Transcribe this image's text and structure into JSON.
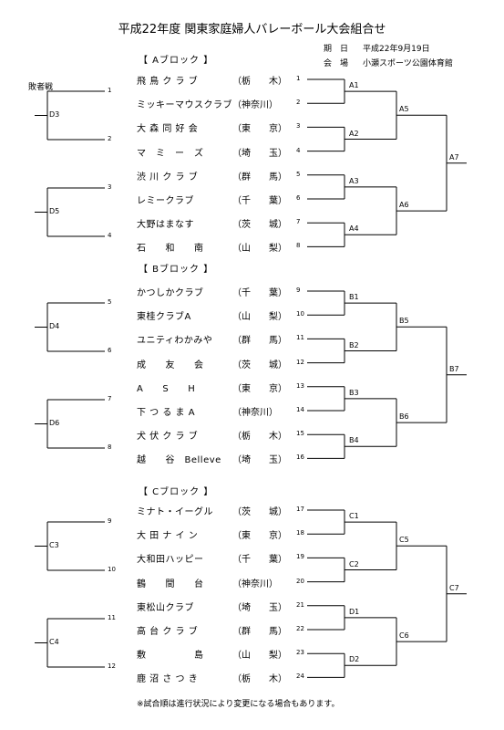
{
  "title": "平成22年度 関東家庭婦人バレーボール大会組合せ",
  "info": {
    "date_label": "期　日",
    "date_value": "平成22年9月19日",
    "venue_label": "会　場",
    "venue_value": "小瀬スポーツ公園体育館"
  },
  "loser_label": "敗者戦",
  "blocks": [
    {
      "label": "【 Aブロック 】",
      "teams": [
        {
          "num": "1",
          "name": "飛 鳥 ク ラ ブ",
          "pref": "（栃　　木）"
        },
        {
          "num": "2",
          "name": "ミッキーマウスクラブ",
          "pref": "（神奈川）"
        },
        {
          "num": "3",
          "name": "大 森 同 好 会",
          "pref": "（東　　京）"
        },
        {
          "num": "4",
          "name": "マ　ミ　ー　ズ",
          "pref": "（埼　　玉）"
        },
        {
          "num": "5",
          "name": "渋 川 ク ラ ブ",
          "pref": "（群　　馬）"
        },
        {
          "num": "6",
          "name": "レミークラブ",
          "pref": "（千　　葉）"
        },
        {
          "num": "7",
          "name": "大野はまなす",
          "pref": "（茨　　城）"
        },
        {
          "num": "8",
          "name": "石　　和　　南",
          "pref": "（山　　梨）"
        }
      ],
      "r1": [
        "A1",
        "A2",
        "A3",
        "A4"
      ],
      "r2": [
        "A5",
        "A6"
      ],
      "r3": "A7"
    },
    {
      "label": "【 Bブロック 】",
      "teams": [
        {
          "num": "9",
          "name": "かつしかクラブ",
          "pref": "（千　　葉）"
        },
        {
          "num": "10",
          "name": "東桂クラブA",
          "pref": "（山　　梨）"
        },
        {
          "num": "11",
          "name": "ユニティわかみや",
          "pref": "（群　　馬）"
        },
        {
          "num": "12",
          "name": "成　　友　　会",
          "pref": "（茨　　城）"
        },
        {
          "num": "13",
          "name": "A　　S　　H",
          "pref": "（東　　京）"
        },
        {
          "num": "14",
          "name": "下 つ る ま A",
          "pref": "（神奈川）"
        },
        {
          "num": "15",
          "name": "犬 伏 ク ラ ブ",
          "pref": "（栃　　木）"
        },
        {
          "num": "16",
          "name": "越　　谷　Belleve",
          "pref": "（埼　　玉）"
        }
      ],
      "r1": [
        "B1",
        "B2",
        "B3",
        "B4"
      ],
      "r2": [
        "B5",
        "B6"
      ],
      "r3": "B7"
    },
    {
      "label": "【 Cブロック 】",
      "teams": [
        {
          "num": "17",
          "name": "ミナト・イーグル",
          "pref": "（茨　　城）"
        },
        {
          "num": "18",
          "name": "大 田 ナ イ ン",
          "pref": "（東　　京）"
        },
        {
          "num": "19",
          "name": "大和田ハッピー",
          "pref": "（千　　葉）"
        },
        {
          "num": "20",
          "name": "鶴　　間　　台",
          "pref": "（神奈川）"
        },
        {
          "num": "21",
          "name": "東松山クラブ",
          "pref": "（埼　　玉）"
        },
        {
          "num": "22",
          "name": "高 台 ク ラ ブ",
          "pref": "（群　　馬）"
        },
        {
          "num": "23",
          "name": "敷　　　　　島",
          "pref": "（山　　梨）"
        },
        {
          "num": "24",
          "name": "鹿 沼 さ つ き",
          "pref": "（栃　　木）"
        }
      ],
      "r1": [
        "C1",
        "C2",
        "D1",
        "D2"
      ],
      "r2": [
        "C5",
        "C6"
      ],
      "r3": "C7"
    }
  ],
  "left_bracket": [
    {
      "node": "D3",
      "a": "1",
      "b": "2"
    },
    {
      "node": "D5",
      "a": "3",
      "b": "4"
    },
    {
      "node": "D4",
      "a": "5",
      "b": "6"
    },
    {
      "node": "D6",
      "a": "7",
      "b": "8"
    },
    {
      "node": "C3",
      "a": "9",
      "b": "10"
    },
    {
      "node": "C4",
      "a": "11",
      "b": "12"
    }
  ],
  "note": "※試合順は進行状況により変更になる場合もあります。"
}
